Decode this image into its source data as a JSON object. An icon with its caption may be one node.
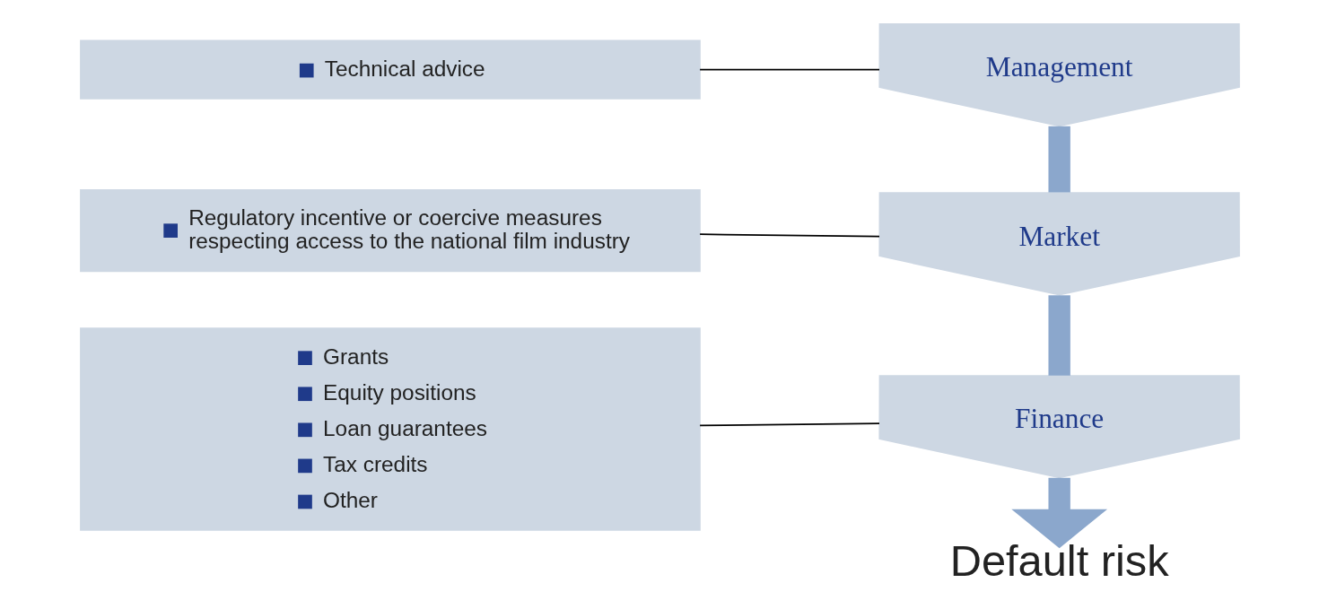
{
  "diagram": {
    "nodes": [
      {
        "text": [
          "Technical advice"
        ]
      },
      {
        "text": [
          "Regulatory incentive or coercive measures respecting access to the national film industry"
        ]
      },
      {
        "text": [
          "Grants",
          "Equity positions",
          "Loan guarantees",
          "Tax credits",
          "Other"
        ]
      },
      {
        "text": [
          "Management"
        ]
      },
      {
        "text": [
          "Market"
        ]
      },
      {
        "text": [
          "Finance"
        ]
      },
      {
        "text": [
          "Default risk"
        ]
      }
    ],
    "edges": [
      {
        "from": 0,
        "to": 3,
        "arrow": "none"
      },
      {
        "from": 1,
        "to": 4,
        "arrow": "none"
      },
      {
        "from": 2,
        "to": 5,
        "arrow": "none"
      },
      {
        "from": 3,
        "to": 4,
        "arrow": "none",
        "style": "thick",
        "color": "#8ba7cc"
      },
      {
        "from": 4,
        "to": 5,
        "arrow": "none",
        "style": "thick",
        "color": "#8ba7cc"
      },
      {
        "from": 5,
        "to": 6,
        "arrow": "to",
        "style": "thick",
        "color": "#8ba7cc"
      }
    ]
  }
}
